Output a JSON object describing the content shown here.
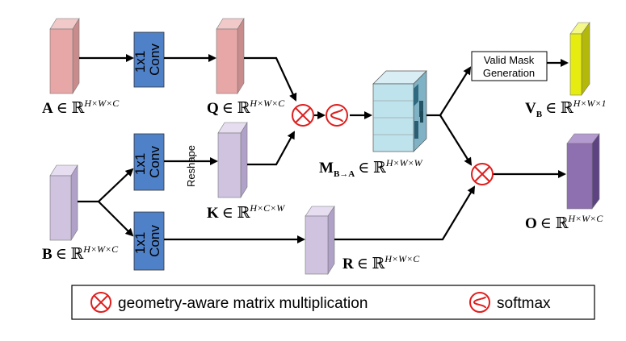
{
  "conv_label": "1x1\nConv",
  "reshape_label": "Reshape",
  "valid_mask_label": [
    "Valid Mask",
    "Generation"
  ],
  "tensors": {
    "A": {
      "name": "A",
      "in": "∈ ℝ",
      "dims": "H×W×C"
    },
    "Q": {
      "name": "Q",
      "in": "∈ ℝ",
      "dims": "H×W×C"
    },
    "B": {
      "name": "B",
      "in": "∈ ℝ",
      "dims": "H×W×C"
    },
    "K": {
      "name": "K",
      "in": "∈ ℝ",
      "dims": "H×C×W"
    },
    "R": {
      "name": "R",
      "in": "∈ ℝ",
      "dims": "H×W×C"
    },
    "M": {
      "name": "M",
      "sub": "B→A",
      "in": "∈ ℝ",
      "dims": "H×W×W"
    },
    "V": {
      "name": "V",
      "sub": "B",
      "in": "∈ ℝ",
      "dims": "H×W×1"
    },
    "O": {
      "name": "O",
      "in": "∈ ℝ",
      "dims": "H×W×C"
    }
  },
  "legend": {
    "mult_label": "geometry-aware matrix multiplication",
    "softmax_label": "softmax"
  },
  "colors": {
    "pink": "#e8a7a7",
    "lavender": "#cfc3e0",
    "conv_blue": "#4f81c9",
    "red": "#e01e1e",
    "yellow": "#e6ec10",
    "purple": "#8e6fb0",
    "cyan": "#bfe3ec"
  }
}
